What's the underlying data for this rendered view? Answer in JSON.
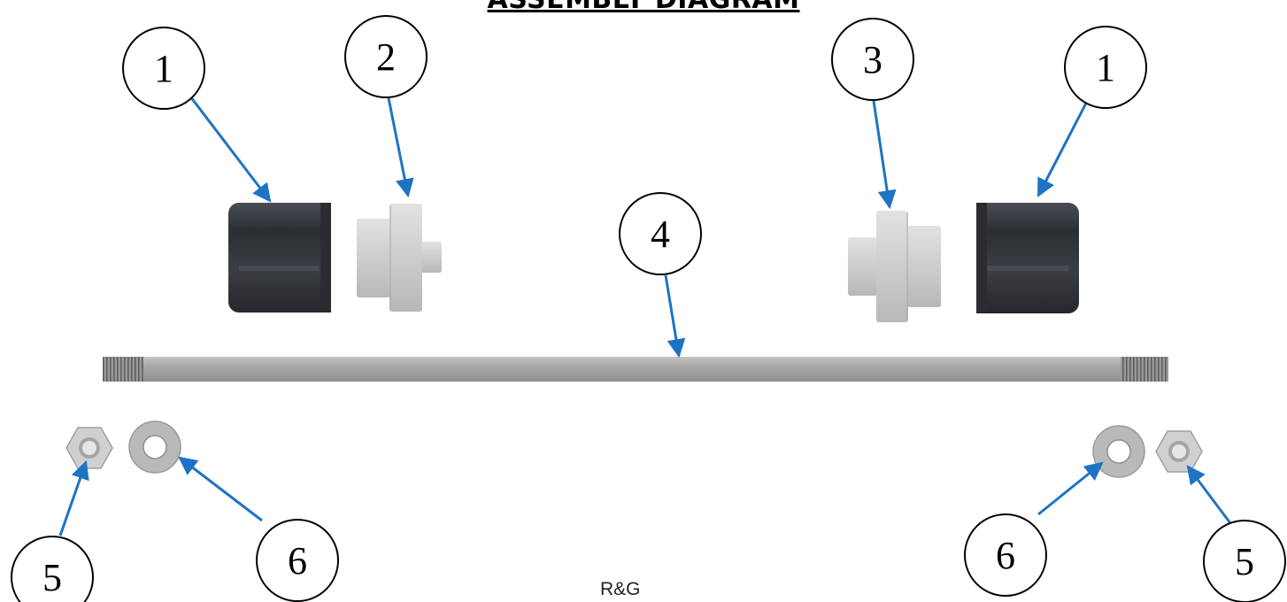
{
  "title": "ASSEMBLY DIAGRAM",
  "footer": "R&G",
  "callouts": [
    {
      "id": "c1a",
      "label": "1"
    },
    {
      "id": "c2",
      "label": "2"
    },
    {
      "id": "c3",
      "label": "3"
    },
    {
      "id": "c1b",
      "label": "1"
    },
    {
      "id": "c4",
      "label": "4"
    },
    {
      "id": "c5a",
      "label": "5"
    },
    {
      "id": "c6a",
      "label": "6"
    },
    {
      "id": "c6b",
      "label": "6"
    },
    {
      "id": "c5b",
      "label": "5"
    }
  ],
  "colors": {
    "leader": "#1f73c4",
    "cap": "#3a3d42",
    "spacer": "#cfcfcf",
    "rod": "#a6a6a6",
    "washer": "#b9b9b9"
  }
}
